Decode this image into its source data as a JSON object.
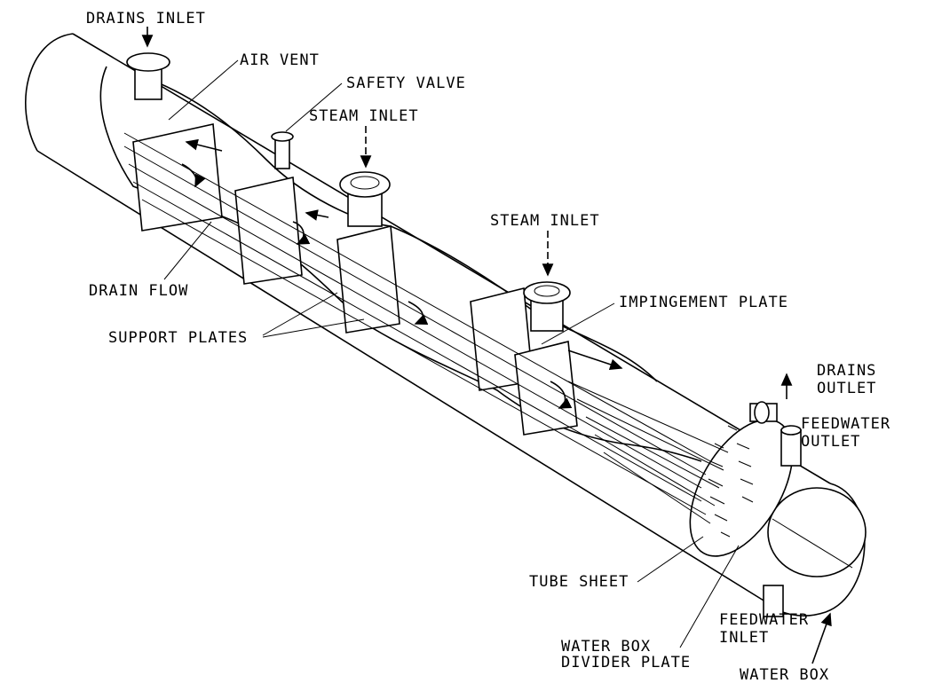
{
  "labels": {
    "drains_inlet": "DRAINS INLET",
    "air_vent": "AIR VENT",
    "safety_valve": "SAFETY VALVE",
    "steam_inlet_1": "STEAM INLET",
    "steam_inlet_2": "STEAM INLET",
    "impingement_plate": "IMPINGEMENT PLATE",
    "drains_outlet_1": "DRAINS",
    "drains_outlet_2": "OUTLET",
    "feedwater_outlet_1": "FEEDWATER",
    "feedwater_outlet_2": "OUTLET",
    "drain_flow": "DRAIN FLOW",
    "support_plates": "SUPPORT PLATES",
    "tube_sheet": "TUBE SHEET",
    "divider_plate_1": "WATER BOX",
    "divider_plate_2": "DIVIDER PLATE",
    "feedwater_inlet_1": "FEEDWATER",
    "feedwater_inlet_2": "INLET",
    "water_box": "WATER BOX"
  }
}
